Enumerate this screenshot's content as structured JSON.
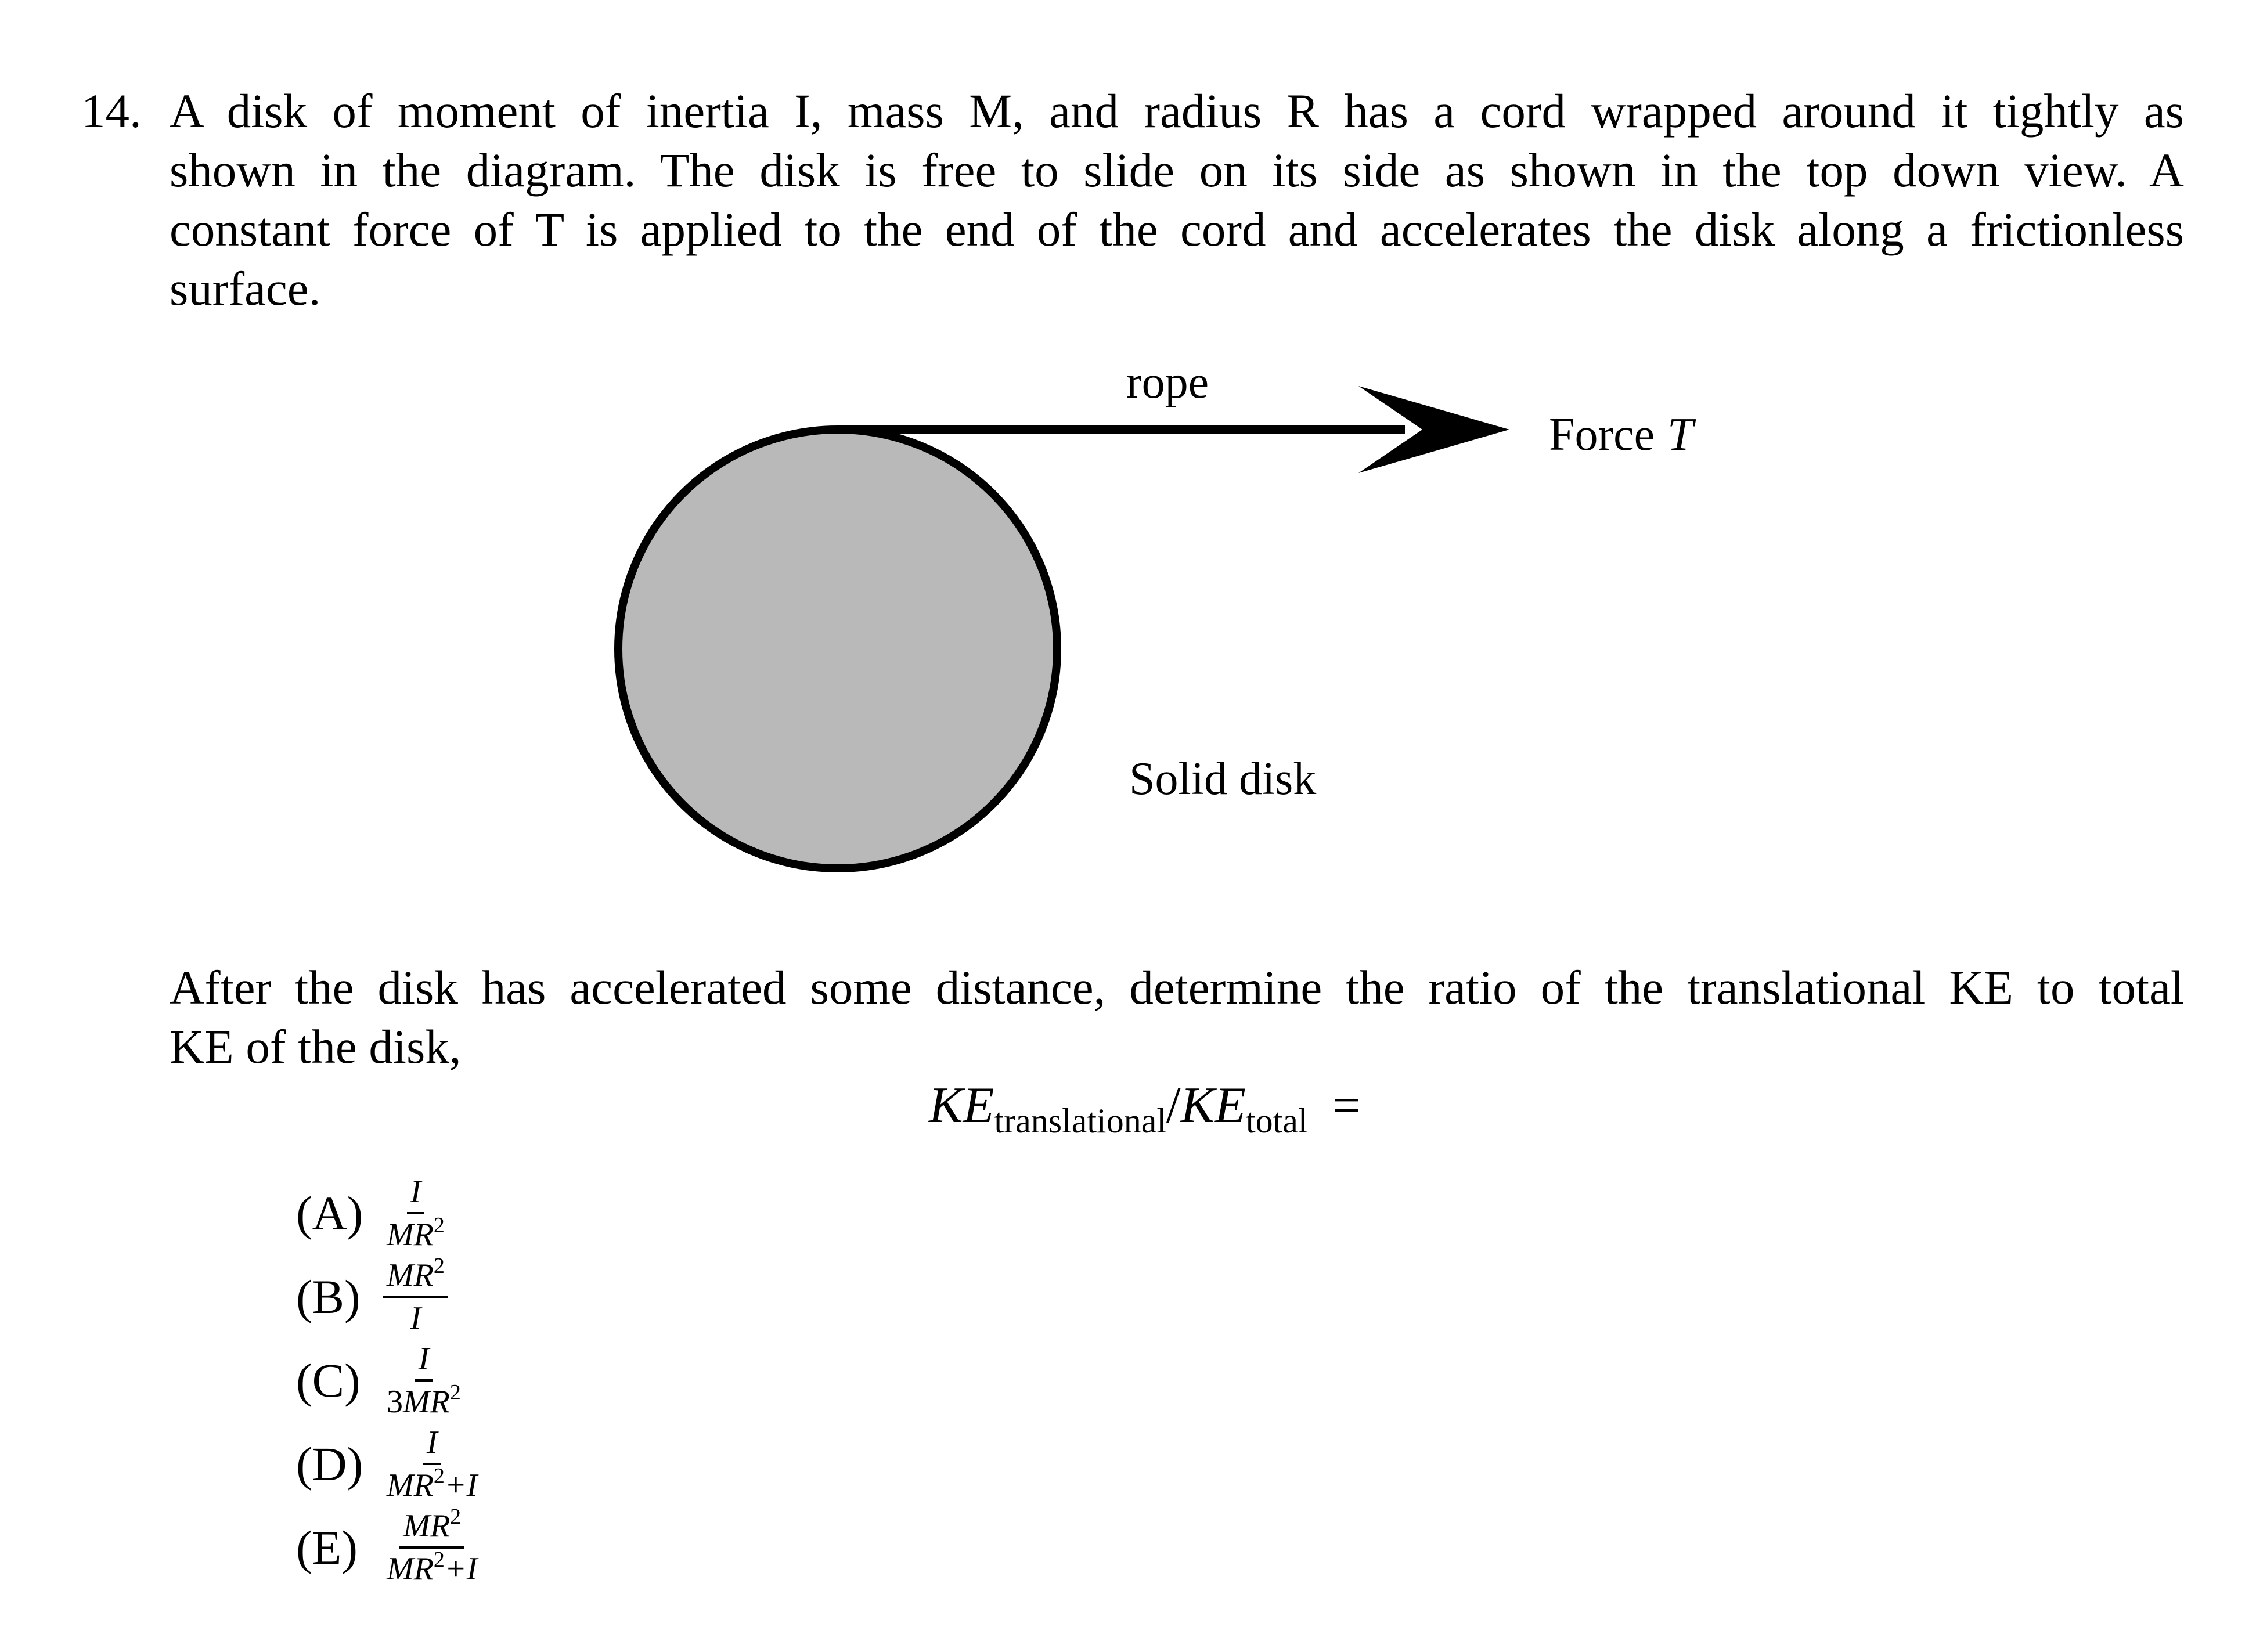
{
  "question": {
    "number": "14.",
    "lines": [
      "A disk of moment of inertia I, mass M, and radius R has a cord wrapped around it tightly as",
      "shown in the diagram. The disk is free to slide on its side as shown in the top down view. A",
      "constant force of T is applied to the end of the cord and accelerates the disk along a frictionless",
      "surface."
    ]
  },
  "diagram": {
    "rope_label": "rope",
    "force_label": "Force",
    "force_symbol": "T",
    "disk_label": "Solid disk",
    "disk_fill": "#b9b9b9",
    "stroke_color": "#000000"
  },
  "followup": {
    "lines": [
      "After the disk has accelerated some distance, determine the ratio of the translational KE to total",
      "KE of the disk,"
    ]
  },
  "equation": {
    "ke_symbol": "KE",
    "sub_translational": "translational",
    "slash": "/",
    "sub_total": "total",
    "equals": "="
  },
  "choices": [
    {
      "label": "(A)",
      "num": "I",
      "den_prefix": "",
      "den_base": "MR",
      "den_power": "2",
      "den_suffix": ""
    },
    {
      "label": "(B)",
      "num": "MR",
      "num_power": "2",
      "den_prefix": "",
      "den_base": "I",
      "den_power": "",
      "den_suffix": ""
    },
    {
      "label": "(C)",
      "num": "I",
      "den_prefix": "3",
      "den_base": "MR",
      "den_power": "2",
      "den_suffix": ""
    },
    {
      "label": "(D)",
      "num": "I",
      "den_prefix": "",
      "den_base": "MR",
      "den_power": "2",
      "den_suffix": "+I"
    },
    {
      "label": "(E)",
      "num": "MR",
      "num_power": "2",
      "den_prefix": "",
      "den_base": "MR",
      "den_power": "2",
      "den_suffix": "+I"
    }
  ]
}
